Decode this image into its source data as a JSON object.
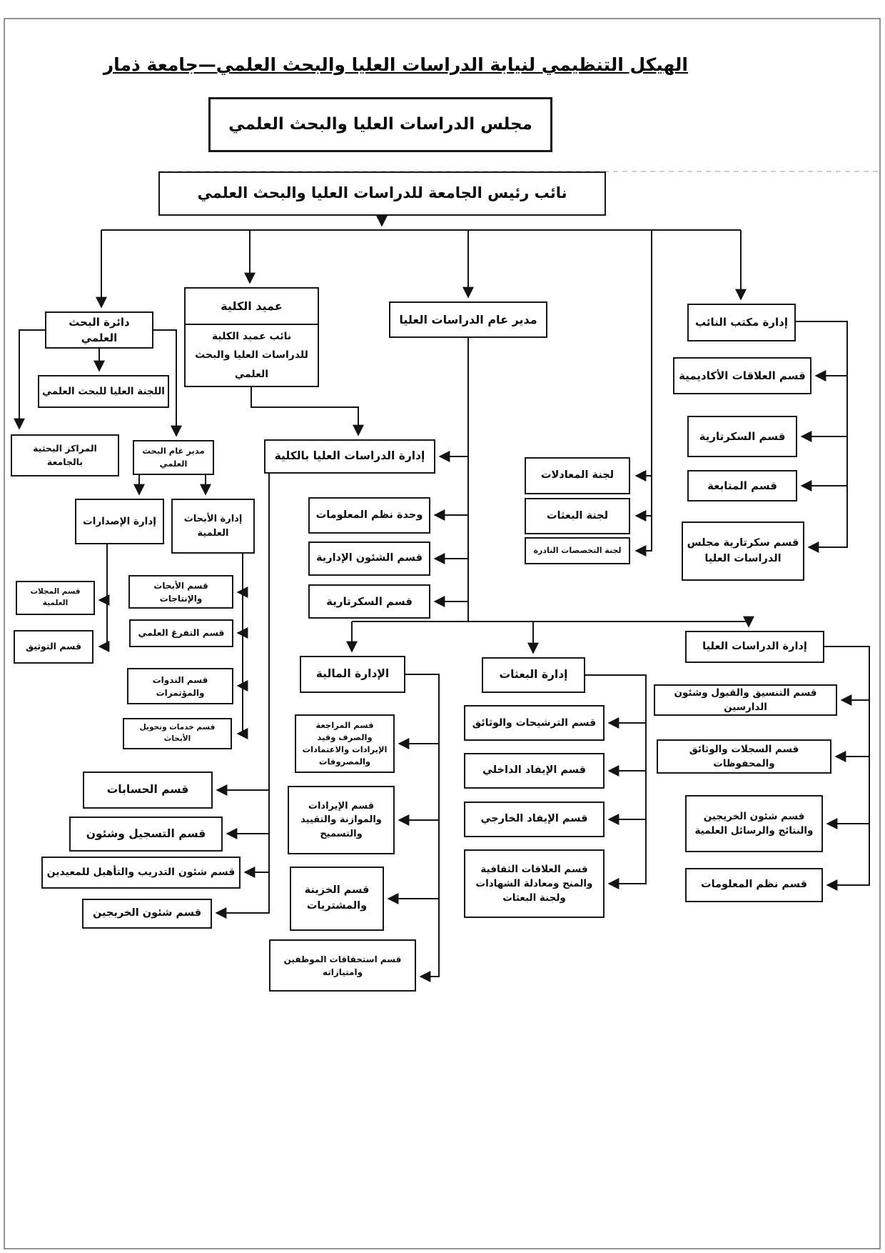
{
  "page": {
    "title": "الهيكل التنظيمي  لنيابة الدراسات العليا والبحث العلمي—جامعة ذمار"
  },
  "nodes": {
    "council": {
      "label": "مجلس الدراسات العليا والبحث العلمي"
    },
    "vp": {
      "label": "نائب رئيس الجامعة للدراسات العليا والبحث العلمي"
    },
    "research_dept": {
      "label": "دائرة البحث العلمي"
    },
    "dean": {
      "label": "عميد الكلية"
    },
    "vice_dean": {
      "label": "نائب عميد الكلية للدراسات العليا والبحث العلمي"
    },
    "dg_grad": {
      "label": "مدير عام الدراسات العليا"
    },
    "vp_office": {
      "label": "إدارة مكتب النائب"
    },
    "higher_committee": {
      "label": "اللجنة العليا للبحث العلمي"
    },
    "research_centers": {
      "label": "المراكز البحثية بالجامعة"
    },
    "dg_research": {
      "label": "مدير عام البحث العلمي"
    },
    "publications": {
      "label": "إدارة الإصدارات"
    },
    "research_admin": {
      "label": "إدارة الأبحاث العلمية"
    },
    "journals": {
      "label": "قسم المجلات العلمية"
    },
    "documentation": {
      "label": "قسم التوثيق"
    },
    "research_productions": {
      "label": "قسم الأبحاث والإنتاجات"
    },
    "sabbatical": {
      "label": "قسم التفرغ العلمي"
    },
    "conferences": {
      "label": "قسم الندوات والمؤتمرات"
    },
    "research_services": {
      "label": "قسم خدمات وتحويل الأبحاث"
    },
    "grad_college": {
      "label": "إدارة الدراسات العليا بالكلية"
    },
    "info_unit": {
      "label": "وحدة نظم المعلومات"
    },
    "admin_affairs": {
      "label": "قسم الشئون الإدارية"
    },
    "secretariat_college": {
      "label": "قسم السكرتارية"
    },
    "equivalency_committee": {
      "label": "لجنة المعادلات"
    },
    "scholarship_committee": {
      "label": "لجنة البعثات"
    },
    "rare_specializations_committee": {
      "label": "لجنة التخصصات النادرة"
    },
    "academic_relations": {
      "label": "قسم العلاقات الأكاديمية"
    },
    "secretariat_office": {
      "label": "قسم السكرتارية"
    },
    "follow_up": {
      "label": "قسم المتابعة"
    },
    "council_secretariat": {
      "label": "قسم سكرتارية مجلس الدراسات العليا"
    },
    "financial_admin": {
      "label": "الإدارة المالية"
    },
    "audit_disbursement": {
      "label": "قسم المراجعة والصرف وقيد الإيرادات والاعتمادات والمصروفات"
    },
    "revenues_budget": {
      "label": "قسم الإيرادات والموازنة والتقييد والتسميح"
    },
    "treasury_purchases": {
      "label": "قسم الخزينة والمشتريات"
    },
    "staff_entitlements": {
      "label": "قسم استحقاقات الموظفين وامتيازاته"
    },
    "scholarships_admin": {
      "label": "إدارة البعثات"
    },
    "nominations_documents": {
      "label": "قسم الترشيحات والوثائق"
    },
    "internal_dispatch": {
      "label": "قسم الإيفاد الداخلي"
    },
    "external_dispatch": {
      "label": "قسم الإيفاد الخارجي"
    },
    "cultural_relations": {
      "label": "قسم العلاقات الثقافية والمنح ومعادلة الشهادات ولجنة البعثات"
    },
    "grad_studies_admin": {
      "label": "إدارة الدراسات العليا"
    },
    "coordination_admission": {
      "label": "قسم التنسيق والقبول وشئون الدارسين"
    },
    "records_archives": {
      "label": "قسم السجلات والوثائق والمحفوظات"
    },
    "graduates_results": {
      "label": "قسم شئون الخريجين والنتائج والرسائل العلمية"
    },
    "info_systems": {
      "label": "قسم نظم المعلومات"
    },
    "accounts": {
      "label": "قسم الحسابات"
    },
    "registration": {
      "label": "قسم التسجيل وشئون"
    },
    "training_qualification": {
      "label": "قسم شئون التدريب والتأهيل للمعيدين"
    },
    "graduates_affairs": {
      "label": "قسم شئون الخريجين"
    }
  }
}
